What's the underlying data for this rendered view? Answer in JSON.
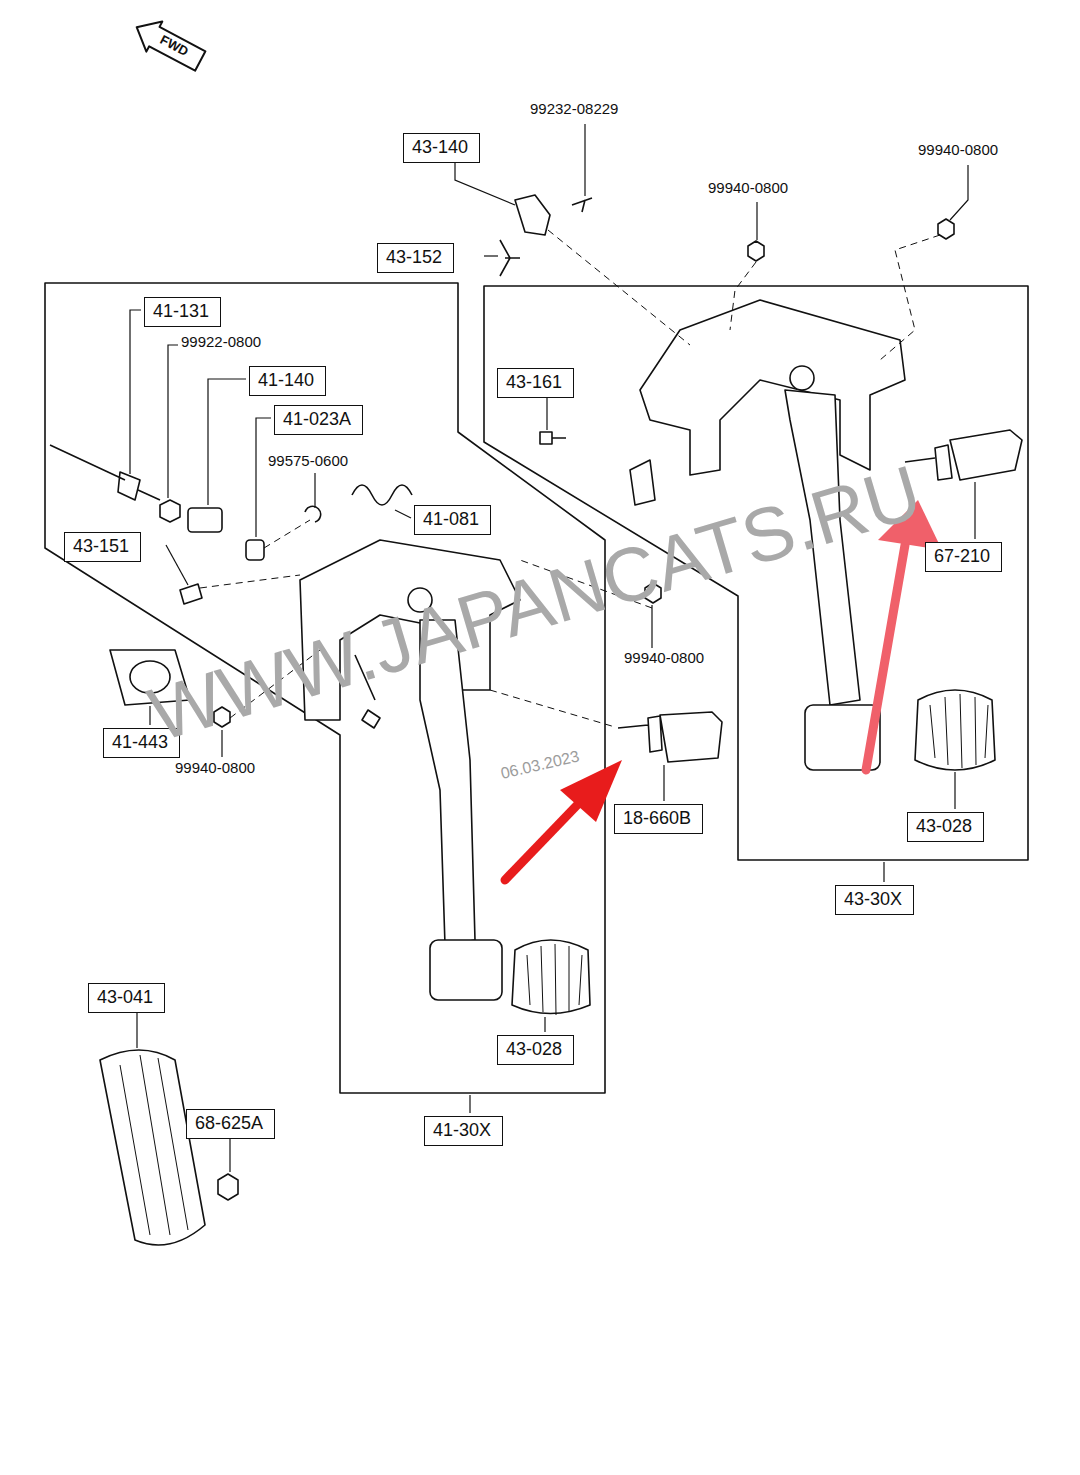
{
  "diagram": {
    "nodes": [
      {
        "text": [
          "43-140"
        ]
      },
      {
        "text": [
          "43-152"
        ]
      },
      {
        "text": [
          "41-131"
        ]
      },
      {
        "text": [
          "41-140"
        ]
      },
      {
        "text": [
          "43-161"
        ]
      },
      {
        "text": [
          "41-023A"
        ]
      },
      {
        "text": [
          "41-081"
        ]
      },
      {
        "text": [
          "43-151"
        ]
      },
      {
        "text": [
          "67-210"
        ]
      },
      {
        "text": [
          "41-443"
        ]
      },
      {
        "text": [
          "18-660B"
        ]
      },
      {
        "text": [
          "43-028"
        ]
      },
      {
        "text": [
          "43-30X"
        ]
      },
      {
        "text": [
          "43-041"
        ]
      },
      {
        "text": [
          "43-028"
        ]
      },
      {
        "text": [
          "68-625A"
        ]
      },
      {
        "text": [
          "41-30X"
        ]
      }
    ],
    "labels": [
      "FWD",
      "99232-08229",
      "99940-0800",
      "99940-0800",
      "99922-0800",
      "99575-0600",
      "99940-0800",
      "99940-0800",
      "WWW.JAPANCATS.RU",
      "06.03.2023"
    ]
  }
}
